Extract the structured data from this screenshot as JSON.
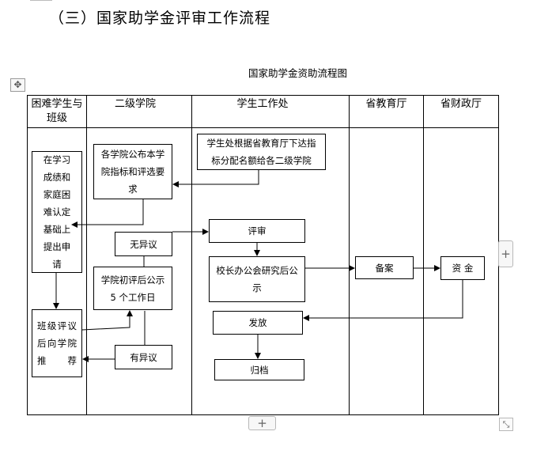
{
  "document": {
    "section_heading": "（三）国家助学金评审工作流程",
    "chart_title": "国家助学金资助流程图"
  },
  "table_controls": {
    "move_icon": "move-arrows-icon",
    "add_column_label": "+",
    "add_row_label": "+",
    "resize_icon": "resize-diagonal-icon"
  },
  "columns": [
    {
      "id": "students",
      "label": "困难学生与班级"
    },
    {
      "id": "college",
      "label": "二级学院"
    },
    {
      "id": "student-affairs",
      "label": "学生工作处"
    },
    {
      "id": "provincial-education",
      "label": "省教育厅"
    },
    {
      "id": "provincial-finance",
      "label": "省财政厅"
    }
  ],
  "nodes": {
    "apply": "在学习成绩和家庭困难认定基础上提出申请",
    "class_review": "班级评议后向学院推荐",
    "publish_quota": "各学院公布本学院指标和评选要求",
    "no_objection": "无异议",
    "initial_review": "学院初评后公示 5 个工作日",
    "has_objection": "有异议",
    "allocate": "学生处根据省教育厅下达指标分配名额给各二级学院",
    "review": "评审",
    "office_meeting": "校长办公会研究后公示",
    "issue": "发放",
    "archive": "归档",
    "filing": "备案",
    "funds": "资 金"
  }
}
